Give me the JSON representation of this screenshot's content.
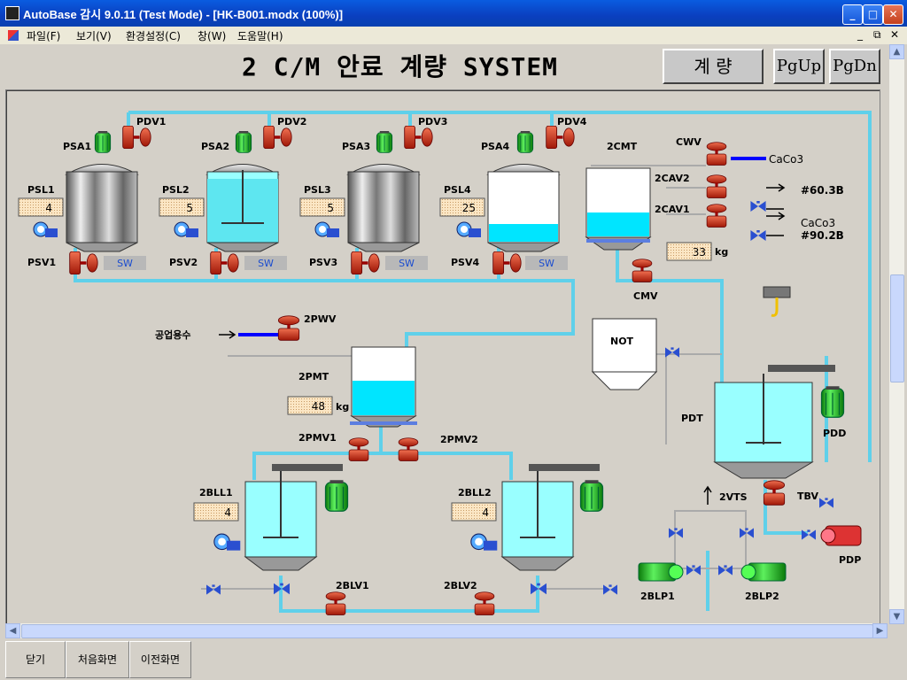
{
  "window": {
    "title": "AutoBase 감시 9.0.11 (Test Mode) - [HK-B001.modx (100%)]",
    "minimize_label": "_",
    "maximize_label": "□",
    "close_label": "✕"
  },
  "menu": {
    "items": [
      "파일(F)",
      "보기(V)",
      "환경설정(C)",
      "창(W)",
      "도움말(H)"
    ],
    "mdi_controls": [
      "_",
      "⧉",
      "✕"
    ]
  },
  "header": {
    "title": "2 C/M 안료 계량 SYSTEM",
    "measure_button": "계 량",
    "pgup_button": "PgUp",
    "pgdn_button": "PgDn"
  },
  "tanks": {
    "psa": [
      "PSA1",
      "PSA2",
      "PSA3",
      "PSA4"
    ],
    "pdv": [
      "PDV1",
      "PDV2",
      "PDV3",
      "PDV4"
    ],
    "psl": [
      "PSL1",
      "PSL2",
      "PSL3",
      "PSL4"
    ],
    "psl_values": [
      "4",
      "5",
      "5",
      "25"
    ],
    "psv": [
      "PSV1",
      "PSV2",
      "PSV3",
      "PSV4"
    ],
    "sw": "SW"
  },
  "cmt": {
    "label": "2CMT",
    "cwv": "CWV",
    "cav2": "2CAV2",
    "cav1": "2CAV1",
    "caco3_top": "CaCo3",
    "grade_603b": "#60.3B",
    "caco3_mid": "CaCo3",
    "grade_902b": "#90.2B",
    "value": "33",
    "unit": "kg",
    "cmv": "CMV"
  },
  "pmt": {
    "pwv": "2PWV",
    "water": "공업용수",
    "label": "2PMT",
    "value": "48",
    "unit": "kg",
    "pmv1": "2PMV1",
    "pmv2": "2PMV2"
  },
  "not_tank": "NOT",
  "pdt": {
    "label": "PDT",
    "pdd": "PDD",
    "vts": "2VTS",
    "tbv": "TBV",
    "pdp": "PDP"
  },
  "bll": {
    "bll1": "2BLL1",
    "bll1_value": "4",
    "bll2": "2BLL2",
    "bll2_value": "4",
    "blv1": "2BLV1",
    "blv2": "2BLV2",
    "blp1": "2BLP1",
    "blp2": "2BLP2"
  },
  "footer": {
    "close_button": "닫기",
    "home_button": "처음화면",
    "prev_button": "이전화면"
  },
  "colors": {
    "liquid": "#00e5ff",
    "pipe": "#5fd0ea",
    "valve": "#d83018",
    "motor": "#21b821",
    "caco3_line": "#0000ff"
  }
}
